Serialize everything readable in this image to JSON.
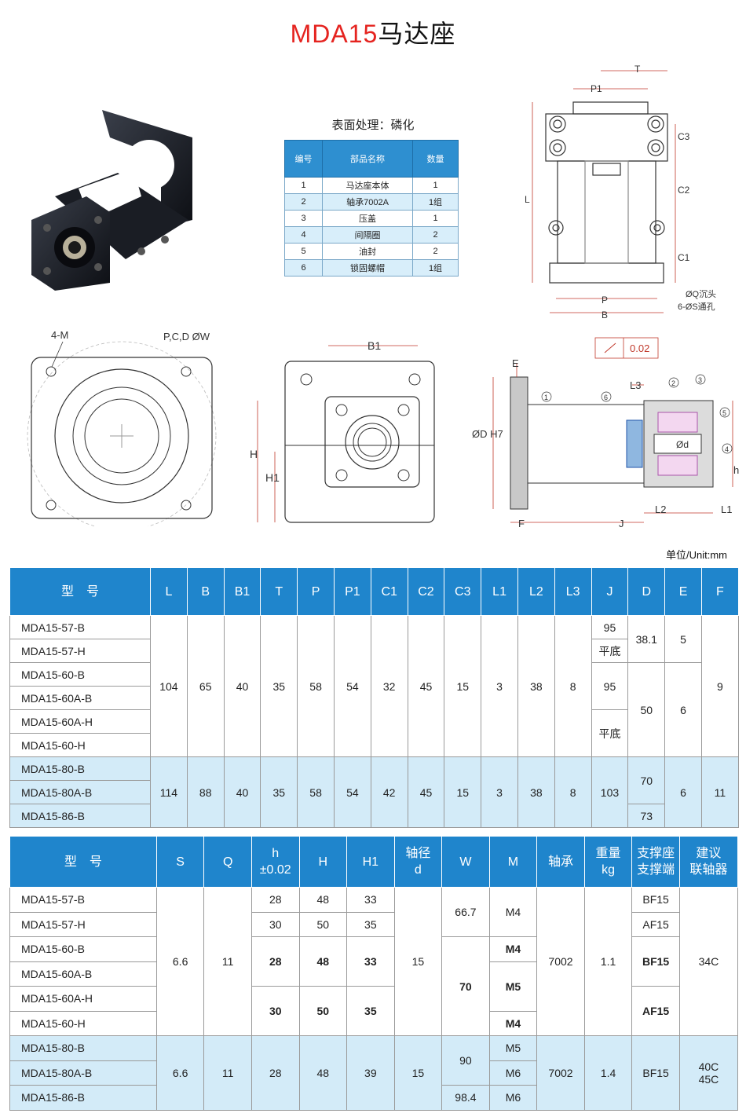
{
  "title": {
    "model": "MDA15",
    "name": "马达座"
  },
  "surface_treatment": "表面处理：磷化",
  "parts_table": {
    "headers": [
      "编号",
      "部品名称",
      "数量"
    ],
    "rows": [
      [
        "1",
        "马达座本体",
        "1"
      ],
      [
        "2",
        "轴承7002A",
        "1组"
      ],
      [
        "3",
        "压盖",
        "1"
      ],
      [
        "4",
        "间隔圈",
        "2"
      ],
      [
        "5",
        "油封",
        "2"
      ],
      [
        "6",
        "锁固螺帽",
        "1组"
      ]
    ]
  },
  "drawing_labels": {
    "top_view": {
      "T": "T",
      "P1": "P1",
      "C3": "C3",
      "C2": "C2",
      "C1": "C1",
      "L": "L",
      "P": "P",
      "B": "B",
      "note1": "ØQ沉头",
      "note2": "6-ØS通孔"
    },
    "front_view": {
      "holes": "4-M",
      "pcd": "P,C,D ØW"
    },
    "side_view": {
      "B1": "B1",
      "H": "H",
      "H1": "H1"
    },
    "section_view": {
      "flatness": "0.02",
      "E": "E",
      "L3": "L3",
      "D": "ØD H7",
      "d": "Ød",
      "h": "h",
      "L2": "L2",
      "L1": "L1",
      "F": "F",
      "J": "J",
      "n1": "1",
      "n2": "2",
      "n3": "3",
      "n4": "4",
      "n5": "5",
      "n6": "6"
    }
  },
  "unit": "单位/Unit:mm",
  "table1": {
    "headers": [
      "型　号",
      "L",
      "B",
      "B1",
      "T",
      "P",
      "P1",
      "C1",
      "C2",
      "C3",
      "L1",
      "L2",
      "L3",
      "J",
      "D",
      "E",
      "F"
    ],
    "models": [
      "MDA15-57-B",
      "MDA15-57-H",
      "MDA15-60-B",
      "MDA15-60A-B",
      "MDA15-60A-H",
      "MDA15-60-H",
      "MDA15-80-B",
      "MDA15-80A-B",
      "MDA15-86-B"
    ],
    "group1": {
      "L": "104",
      "B": "65",
      "B1": "40",
      "T": "35",
      "P": "58",
      "P1": "54",
      "C1": "32",
      "C2": "45",
      "C3": "15",
      "L1": "3",
      "L2": "38",
      "L3": "8",
      "J_a": "95",
      "J_b": "平底",
      "J_c": "95",
      "J_d": "平底",
      "D_a": "38.1",
      "D_b": "50",
      "E_a": "5",
      "E_b": "6",
      "F": "9"
    },
    "group2": {
      "L": "114",
      "B": "88",
      "B1": "40",
      "T": "35",
      "P": "58",
      "P1": "54",
      "C1": "42",
      "C2": "45",
      "C3": "15",
      "L1": "3",
      "L2": "38",
      "L3": "8",
      "J": "103",
      "D_a": "70",
      "D_b": "73",
      "E": "6",
      "F": "11"
    }
  },
  "table2": {
    "headers": {
      "model": "型　号",
      "S": "S",
      "Q": "Q",
      "h1": "h",
      "h2": "±0.02",
      "H": "H",
      "H1": "H1",
      "d1": "轴径",
      "d2": "d",
      "W": "W",
      "M": "M",
      "bearing": "轴承",
      "wt1": "重量",
      "wt2": "kg",
      "sup1": "支撑座",
      "sup2": "支撑端",
      "cpl1": "建议",
      "cpl2": "联轴器"
    },
    "models": [
      "MDA15-57-B",
      "MDA15-57-H",
      "MDA15-60-B",
      "MDA15-60A-B",
      "MDA15-60A-H",
      "MDA15-60-H",
      "MDA15-80-B",
      "MDA15-80A-B",
      "MDA15-86-B"
    ],
    "group1": {
      "S": "6.6",
      "Q": "11",
      "h_a": "28",
      "H_a": "48",
      "H1_a": "33",
      "h_b": "30",
      "H_b": "50",
      "H1_b": "35",
      "h_c": "28",
      "H_c": "48",
      "H1_c": "33",
      "h_d": "30",
      "H_d": "50",
      "H1_d": "35",
      "d": "15",
      "W_a": "66.7",
      "W_b": "70",
      "M_a": "M4",
      "M_b": "M4",
      "M_c": "M5",
      "M_d": "M4",
      "bearing": "7002",
      "weight": "1.1",
      "sup_a": "BF15",
      "sup_b": "AF15",
      "sup_c": "BF15",
      "sup_d": "AF15",
      "coupling": "34C"
    },
    "group2": {
      "S": "6.6",
      "Q": "11",
      "h": "28",
      "H": "48",
      "H1": "39",
      "d": "15",
      "W_a": "90",
      "W_b": "98.4",
      "M_a": "M5",
      "M_b": "M6",
      "M_c": "M6",
      "bearing": "7002",
      "weight": "1.4",
      "sup": "BF15",
      "cpl_a": "40C",
      "cpl_b": "45C"
    }
  }
}
